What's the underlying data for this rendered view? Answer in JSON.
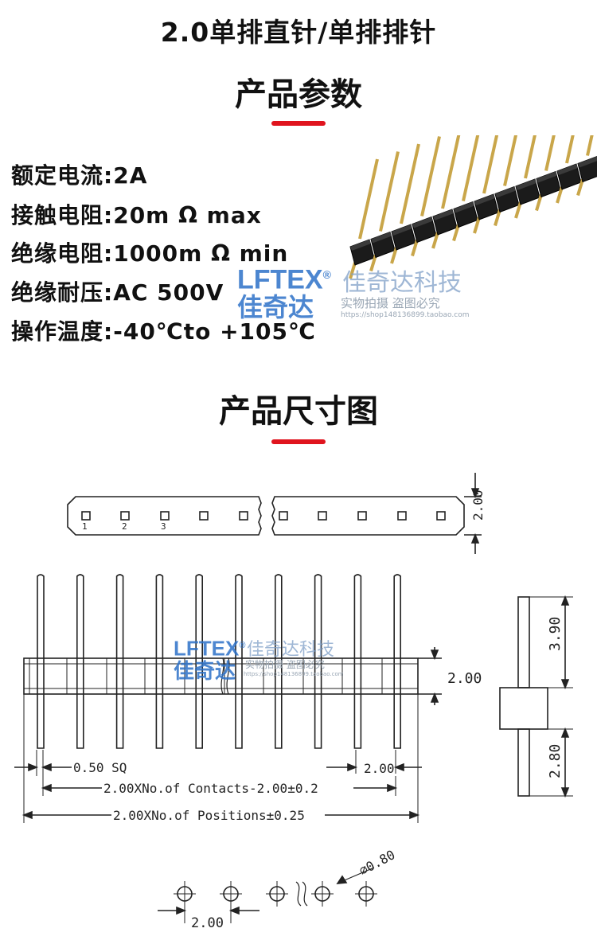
{
  "header": {
    "title": "2.0单排直针/单排排针"
  },
  "sections": {
    "params_title": "产品参数",
    "dims_title": "产品尺寸图"
  },
  "specs": [
    {
      "label": "额定电流",
      "value": "2A"
    },
    {
      "label": "接触电阻",
      "value": "20m Ω max"
    },
    {
      "label": "绝缘电阻",
      "value": "1000m Ω min"
    },
    {
      "label": "绝缘耐压",
      "value": "AC 500V"
    },
    {
      "label": "操作温度",
      "value": "-40℃to +105℃"
    }
  ],
  "watermark": {
    "brand": "LFTEX",
    "brand_mark": "®",
    "brand_cn": "佳奇达",
    "company": "佳奇达科技",
    "note": "实物拍摄 盗图必究",
    "url": "https://shop148136899.taobao.com"
  },
  "drawing": {
    "pin_numbers": [
      "1",
      "2",
      "3"
    ],
    "dim_top_height": "2.00",
    "dim_body_height": "2.00",
    "dim_side_top": "3.90",
    "dim_side_bottom": "2.80",
    "dim_pin_size": "0.50 SQ",
    "dim_pitch": "2.00",
    "dim_contacts": "2.00XNo.of Contacts-2.00±0.2",
    "dim_positions": "2.00XNo.of Positions±0.25",
    "dim_hole_dia": "⌀0.80",
    "dim_hole_pitch": "2.00"
  },
  "colors": {
    "accent": "#e0141e",
    "watermark_blue": "#2d72c8",
    "pin_gold": "#c9a64a"
  }
}
